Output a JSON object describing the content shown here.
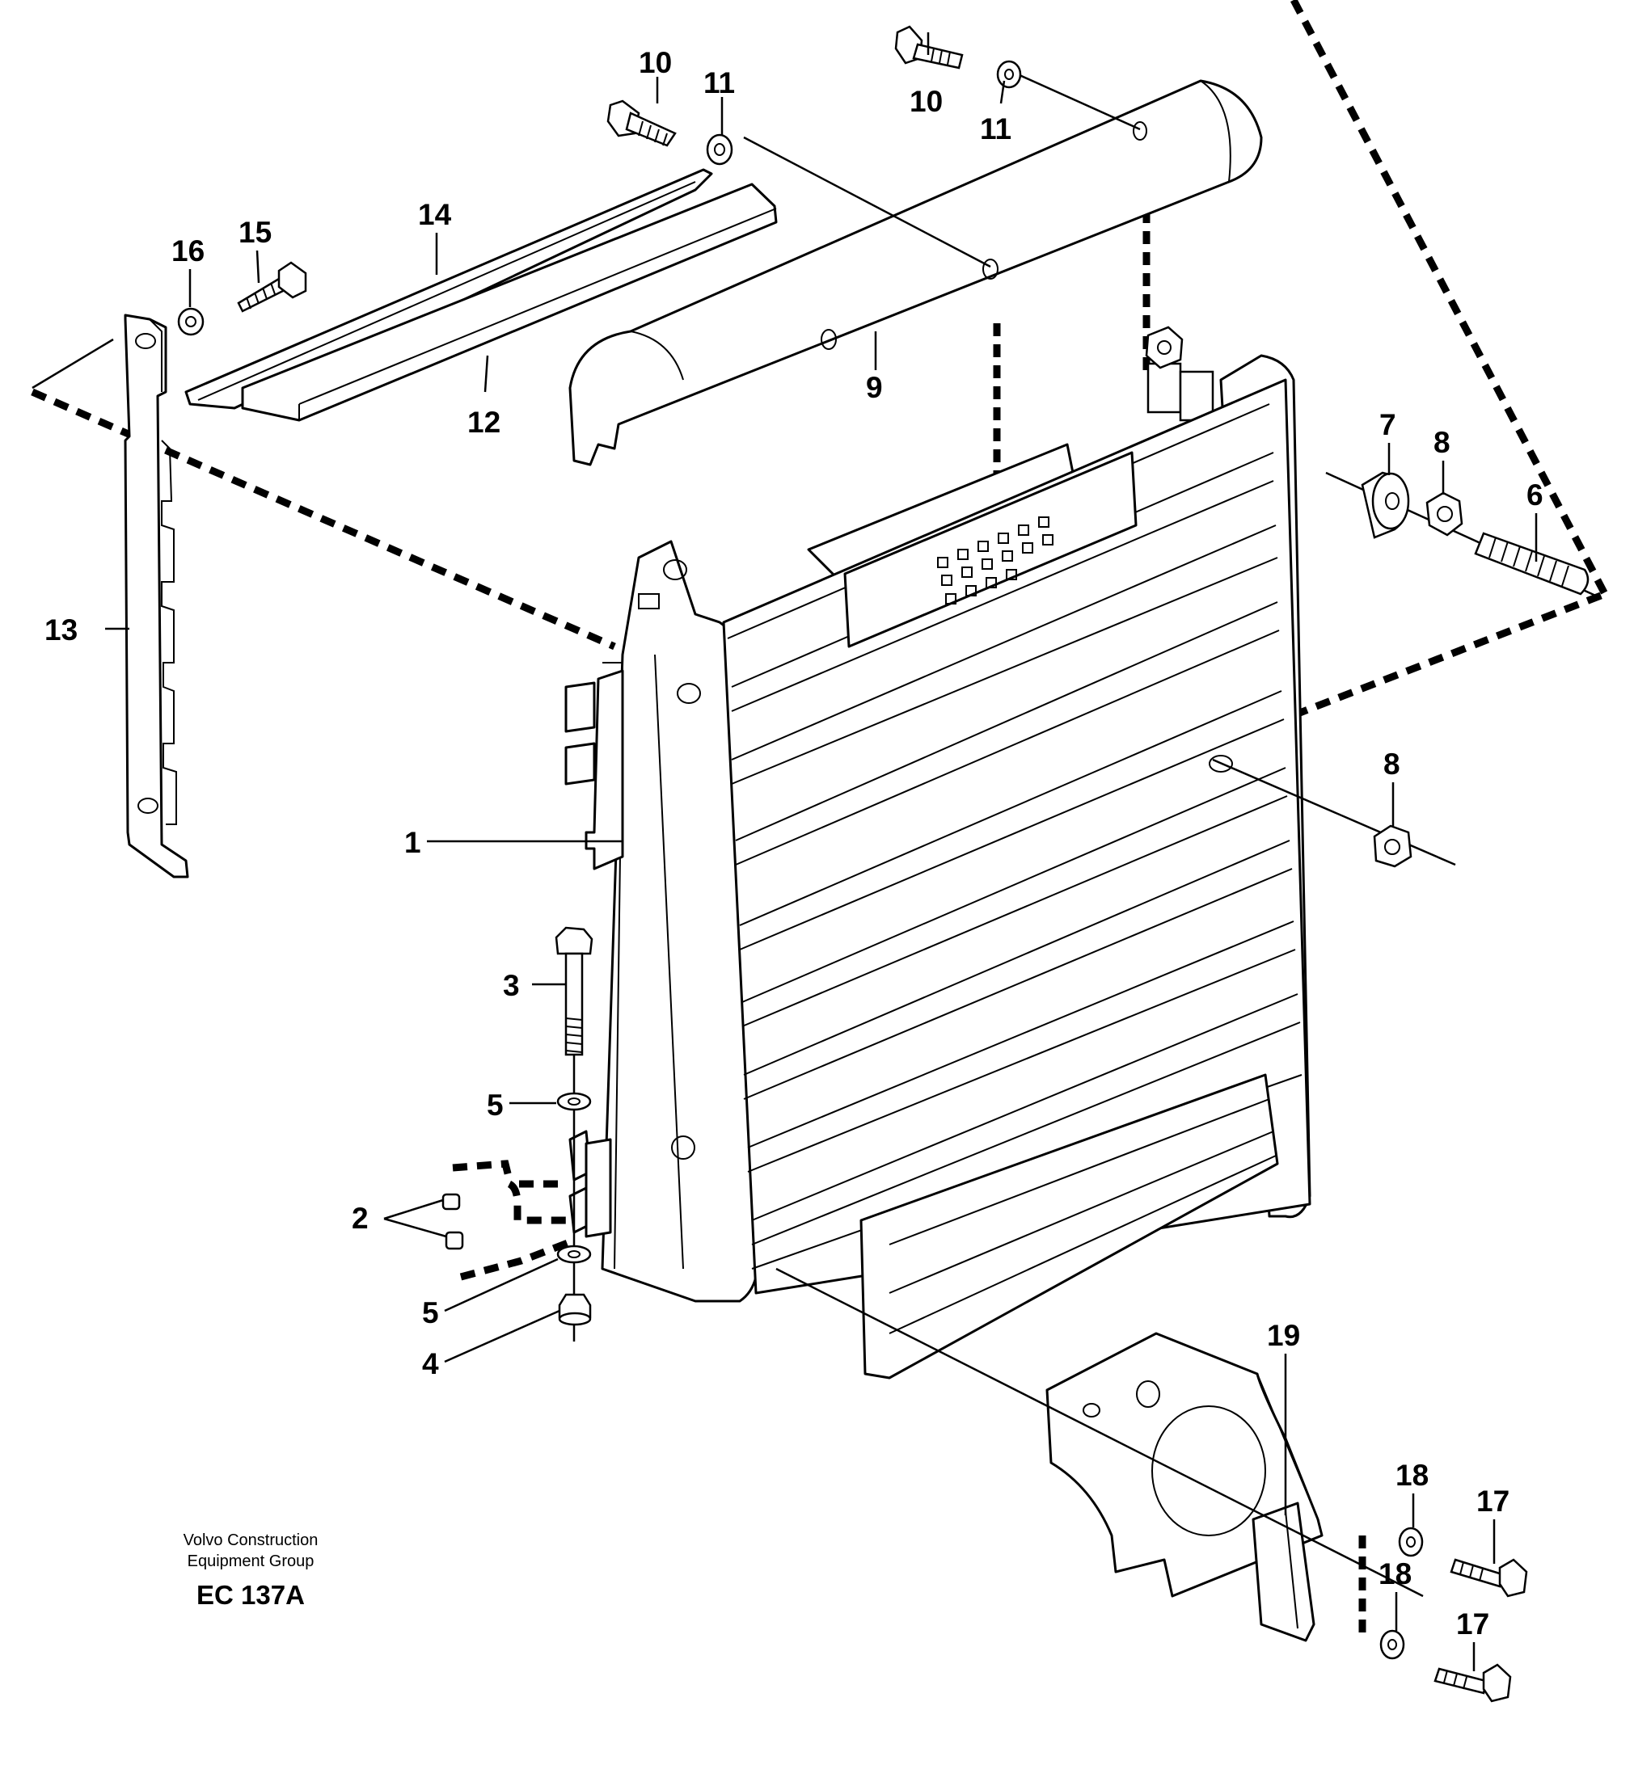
{
  "diagram": {
    "callouts": [
      {
        "id": "c1",
        "text": "1"
      },
      {
        "id": "c2",
        "text": "2"
      },
      {
        "id": "c3",
        "text": "3"
      },
      {
        "id": "c4",
        "text": "4"
      },
      {
        "id": "c5a",
        "text": "5"
      },
      {
        "id": "c5b",
        "text": "5"
      },
      {
        "id": "c6",
        "text": "6"
      },
      {
        "id": "c7",
        "text": "7"
      },
      {
        "id": "c8a",
        "text": "8"
      },
      {
        "id": "c8b",
        "text": "8"
      },
      {
        "id": "c9",
        "text": "9"
      },
      {
        "id": "c10a",
        "text": "10"
      },
      {
        "id": "c10b",
        "text": "10"
      },
      {
        "id": "c11a",
        "text": "11"
      },
      {
        "id": "c11b",
        "text": "11"
      },
      {
        "id": "c12",
        "text": "12"
      },
      {
        "id": "c13",
        "text": "13"
      },
      {
        "id": "c14",
        "text": "14"
      },
      {
        "id": "c15",
        "text": "15"
      },
      {
        "id": "c16",
        "text": "16"
      },
      {
        "id": "c17a",
        "text": "17"
      },
      {
        "id": "c17b",
        "text": "17"
      },
      {
        "id": "c18a",
        "text": "18"
      },
      {
        "id": "c18b",
        "text": "18"
      },
      {
        "id": "c19",
        "text": "19"
      }
    ],
    "footer": {
      "company_line1": "Volvo Construction",
      "company_line2": "Equipment Group",
      "drawing_code": "EC 137A"
    }
  }
}
